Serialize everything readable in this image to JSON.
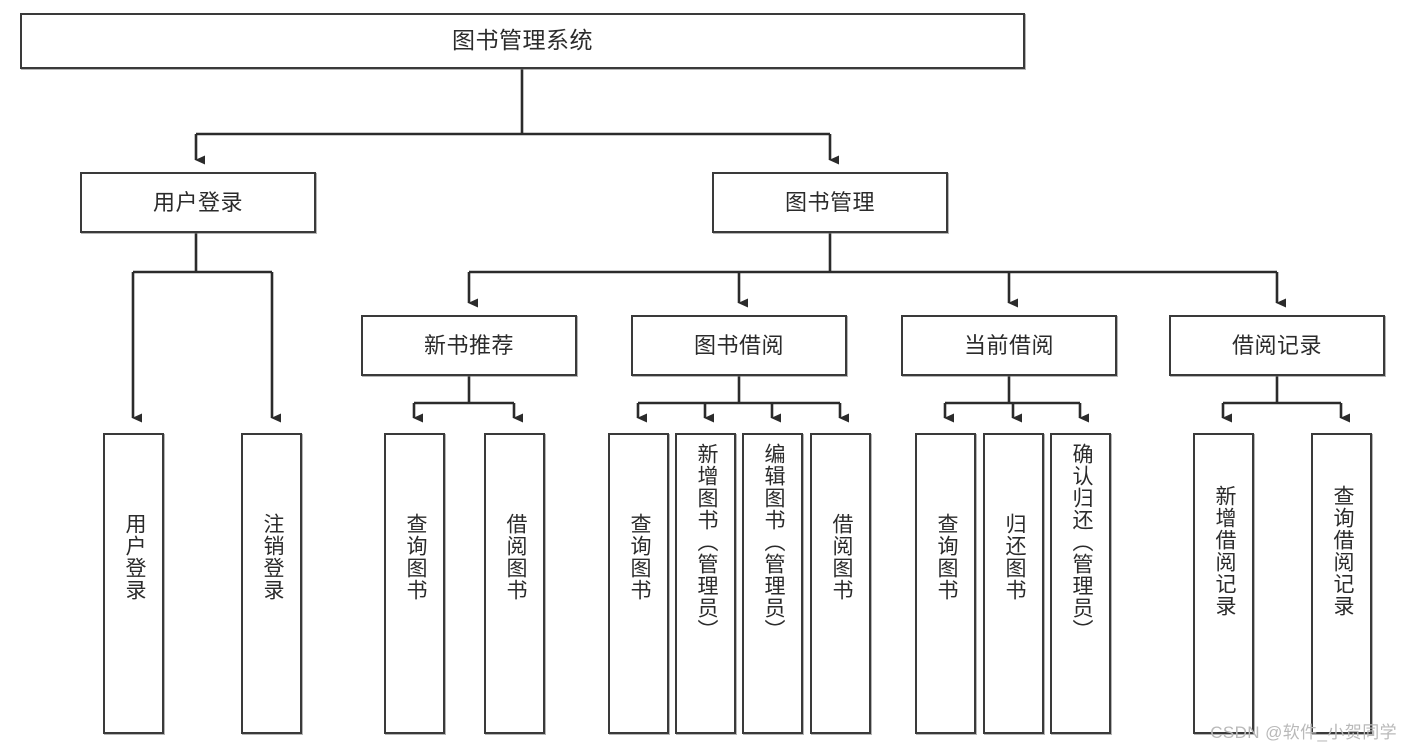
{
  "diagram": {
    "title": "图书管理系统",
    "watermark": "CSDN @软件_小贺同学",
    "style": {
      "background": "#ffffff",
      "box_border": "#3a3a3a",
      "box_fill": "#ffffff",
      "edge_color": "#2b2b2b",
      "text_color": "#2b2b2b",
      "watermark_color": "#b9b9b9"
    },
    "nodes": {
      "root": {
        "label": "图书管理系统",
        "orientation": "horizontal"
      },
      "level2": [
        {
          "id": "user-login",
          "label": "用户登录",
          "orientation": "horizontal"
        },
        {
          "id": "book-management",
          "label": "图书管理",
          "orientation": "horizontal"
        }
      ],
      "level3": [
        {
          "id": "new-book-recommend",
          "label": "新书推荐",
          "orientation": "horizontal"
        },
        {
          "id": "book-borrow",
          "label": "图书借阅",
          "orientation": "horizontal"
        },
        {
          "id": "current-borrow",
          "label": "当前借阅",
          "orientation": "horizontal"
        },
        {
          "id": "borrow-record",
          "label": "借阅记录",
          "orientation": "horizontal"
        }
      ],
      "leaves": [
        {
          "id": "leaf-user-login",
          "label": "用户登录",
          "parent": "user-login",
          "orientation": "vertical"
        },
        {
          "id": "leaf-user-logout",
          "label": "注销登录",
          "parent": "user-login",
          "orientation": "vertical"
        },
        {
          "id": "leaf-query-book-1",
          "label": "查询图书",
          "parent": "new-book-recommend",
          "orientation": "vertical"
        },
        {
          "id": "leaf-borrow-book-1",
          "label": "借阅图书",
          "parent": "new-book-recommend",
          "orientation": "vertical"
        },
        {
          "id": "leaf-query-book-2",
          "label": "查询图书",
          "parent": "book-borrow",
          "orientation": "vertical"
        },
        {
          "id": "leaf-add-book",
          "label": "新增图书（管理员）",
          "parent": "book-borrow",
          "orientation": "vertical"
        },
        {
          "id": "leaf-edit-book",
          "label": "编辑图书（管理员）",
          "parent": "book-borrow",
          "orientation": "vertical"
        },
        {
          "id": "leaf-borrow-book-2",
          "label": "借阅图书",
          "parent": "book-borrow",
          "orientation": "vertical"
        },
        {
          "id": "leaf-query-book-3",
          "label": "查询图书",
          "parent": "current-borrow",
          "orientation": "vertical"
        },
        {
          "id": "leaf-return-book",
          "label": "归还图书",
          "parent": "current-borrow",
          "orientation": "vertical"
        },
        {
          "id": "leaf-confirm-return",
          "label": "确认归还（管理员）",
          "parent": "current-borrow",
          "orientation": "vertical"
        },
        {
          "id": "leaf-add-record",
          "label": "新增借阅记录",
          "parent": "borrow-record",
          "orientation": "vertical"
        },
        {
          "id": "leaf-query-record",
          "label": "查询借阅记录",
          "parent": "borrow-record",
          "orientation": "vertical"
        }
      ]
    }
  }
}
